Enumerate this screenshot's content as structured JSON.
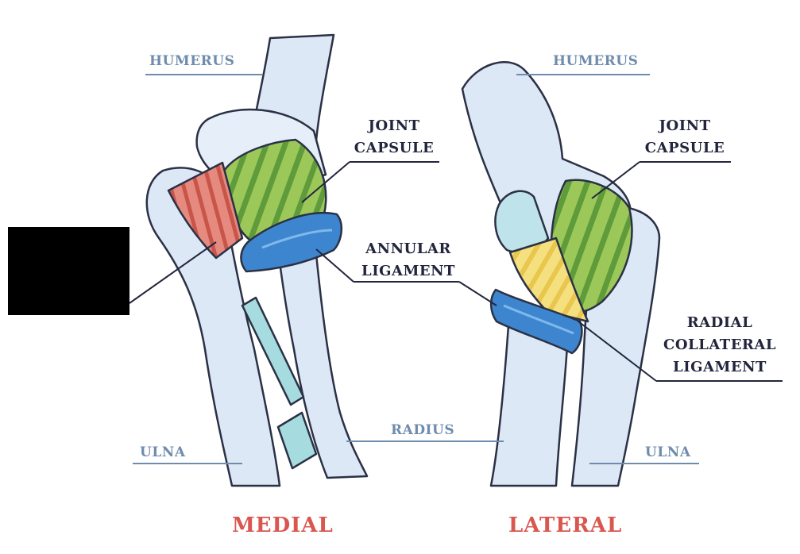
{
  "diagram": {
    "views": [
      {
        "title": "MEDIAL",
        "labels": {
          "humerus": "HUMERUS",
          "joint_capsule": [
            "JOINT",
            "CAPSULE"
          ],
          "annular_ligament": [
            "ANNULAR",
            "LIGAMENT"
          ],
          "radius": "RADIUS",
          "ulna": "ULNA"
        }
      },
      {
        "title": "LATERAL",
        "labels": {
          "humerus": "HUMERUS",
          "joint_capsule": [
            "JOINT",
            "CAPSULE"
          ],
          "radial_collateral_ligament": [
            "RADIAL",
            "COLLATERAL",
            "LIGAMENT"
          ],
          "ulna": "ULNA"
        }
      }
    ],
    "colors": {
      "label_dark": "#22253d",
      "label_blue": "#6f8cad",
      "title_red": "#d9574f",
      "bone": "#dde8f6",
      "bone_outline": "#2b3145",
      "joint_capsule_green": "#8fbf4d",
      "annular_ligament_blue": "#3d86cf",
      "medial_collateral_red": "#e07a6e",
      "radial_collateral_yellow": "#f2dc74",
      "oblique_cord_teal": "#a6dbe0"
    }
  }
}
